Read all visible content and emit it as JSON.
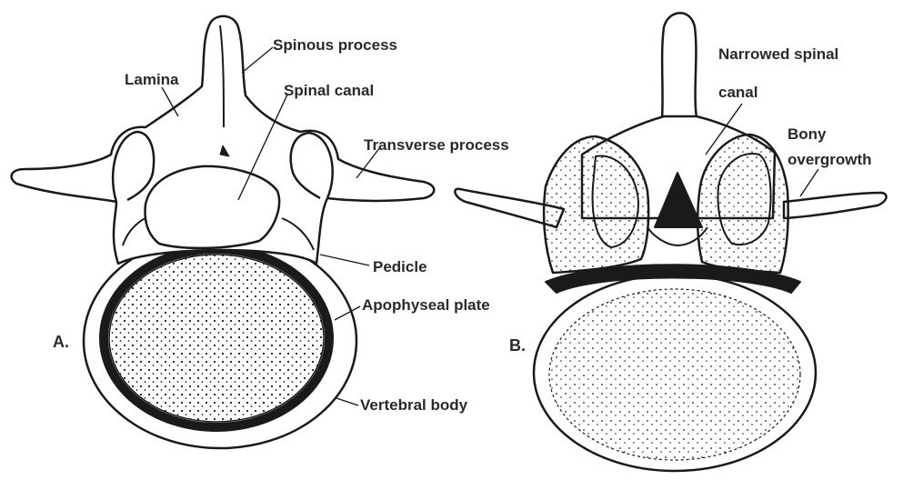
{
  "figure": {
    "panel_a": {
      "letter": "A.",
      "labels": {
        "lamina": "Lamina",
        "spinous_process": "Spinous process",
        "spinal_canal": "Spinal canal",
        "transverse_process": "Transverse process",
        "pedicle": "Pedicle",
        "apophyseal_plate": "Apophyseal plate",
        "vertebral_body": "Vertebral body"
      }
    },
    "panel_b": {
      "letter": "B.",
      "labels": {
        "narrowed_canal_line1": "Narrowed spinal",
        "narrowed_canal_line2": "canal",
        "bony_overgrowth_line1": "Bony",
        "bony_overgrowth_line2": "overgrowth"
      }
    }
  },
  "colors": {
    "ink": "#1a1a1a",
    "bone_fill": "#ffffff",
    "label_text": "#2a2a2a"
  }
}
